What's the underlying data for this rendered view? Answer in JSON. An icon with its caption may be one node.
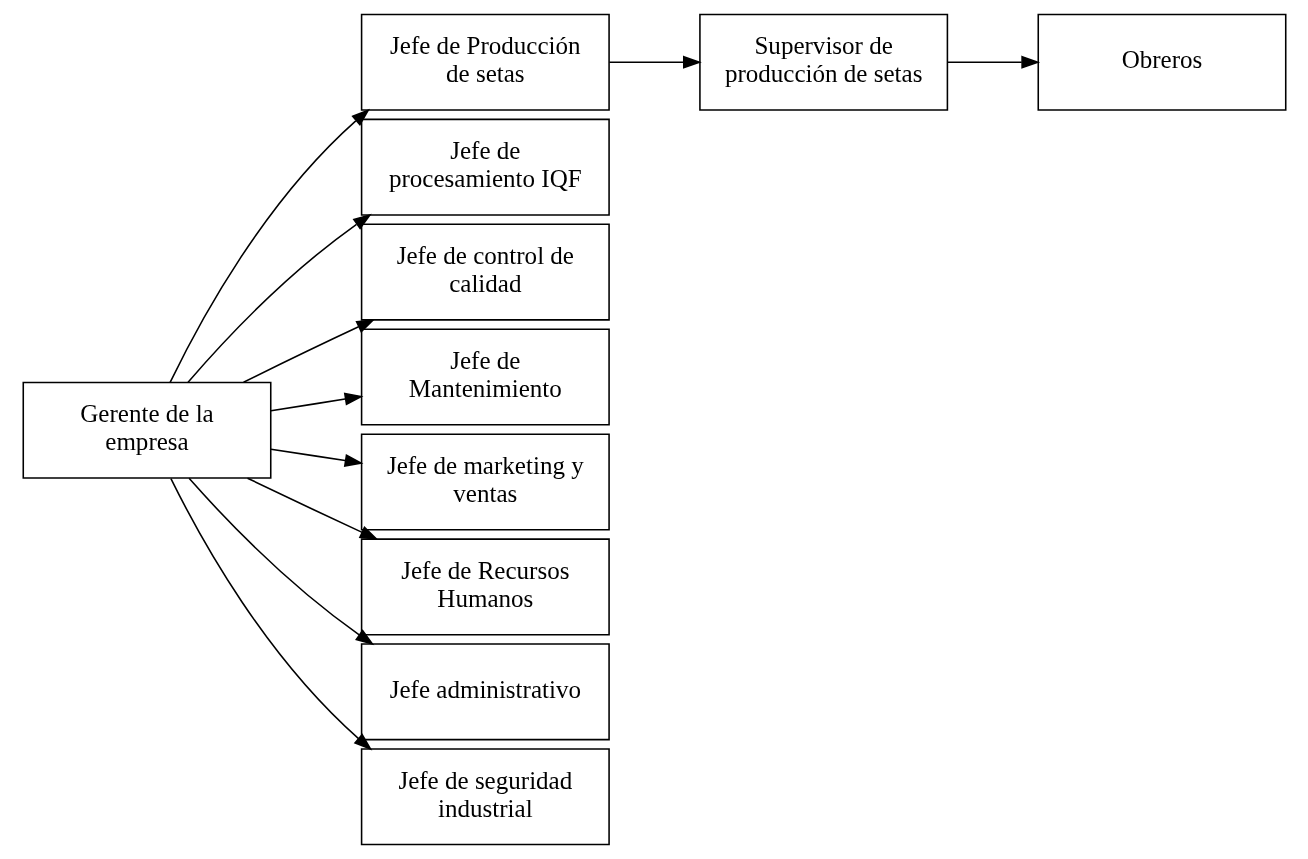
{
  "diagram": {
    "nodes": [
      {
        "text": [
          "Gerente de la empresa"
        ]
      },
      {
        "text": [
          "Jefe de Producción de setas"
        ]
      },
      {
        "text": [
          "Supervisor de producción de setas"
        ]
      },
      {
        "text": [
          "Obreros"
        ]
      },
      {
        "text": [
          "Jefe de procesamiento IQF"
        ]
      },
      {
        "text": [
          "Jefe de control de calidad"
        ]
      },
      {
        "text": [
          "Jefe de Mantenimiento"
        ]
      },
      {
        "text": [
          "Jefe de marketing y ventas"
        ]
      },
      {
        "text": [
          "Jefe de Recursos Humanos"
        ]
      },
      {
        "text": [
          "Jefe administrativo"
        ]
      },
      {
        "text": [
          "Jefe de seguridad industrial"
        ]
      }
    ],
    "edges": [
      {
        "from": 0,
        "to": 1,
        "arrow": "to"
      },
      {
        "from": 0,
        "to": 4,
        "arrow": "to"
      },
      {
        "from": 0,
        "to": 5,
        "arrow": "to"
      },
      {
        "from": 0,
        "to": 6,
        "arrow": "to"
      },
      {
        "from": 0,
        "to": 7,
        "arrow": "to"
      },
      {
        "from": 0,
        "to": 8,
        "arrow": "to"
      },
      {
        "from": 0,
        "to": 9,
        "arrow": "to"
      },
      {
        "from": 0,
        "to": 10,
        "arrow": "to"
      },
      {
        "from": 1,
        "to": 2,
        "arrow": "to"
      },
      {
        "from": 2,
        "to": 3,
        "arrow": "to"
      }
    ]
  }
}
